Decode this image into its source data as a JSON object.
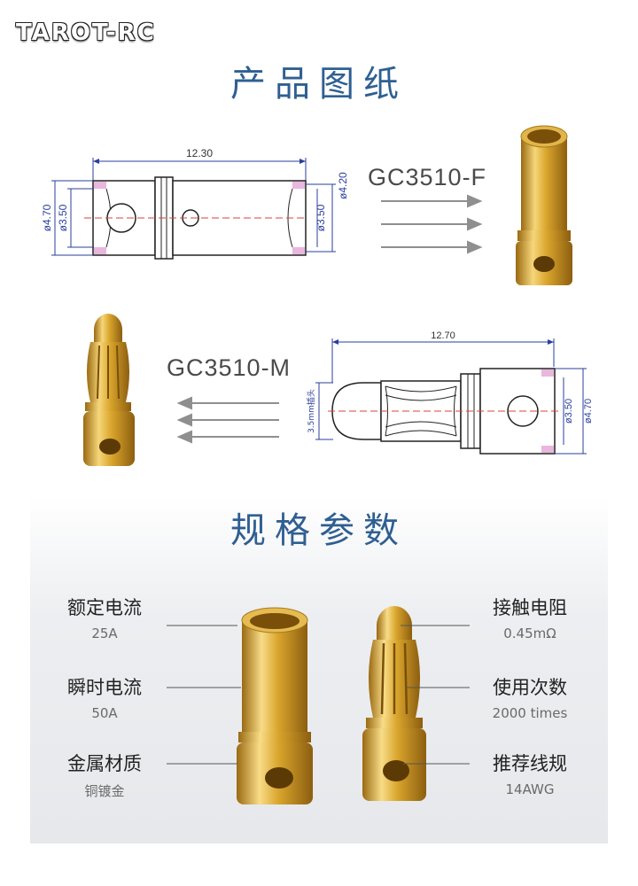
{
  "brand": {
    "logo_text": "TAROT-RC"
  },
  "drawing_section": {
    "title": "产品图纸"
  },
  "female": {
    "model": "GC3510-F",
    "dims": {
      "length": "12.30",
      "outer_left": "ø4.70",
      "inner_left": "ø3.50",
      "inner_right": "ø3.50",
      "outer_right": "ø4.20"
    }
  },
  "male": {
    "model": "GC3510-M",
    "dims": {
      "length": "12.70",
      "plug": "3.5mm插头",
      "inner": "ø3.50",
      "outer": "ø4.70"
    }
  },
  "spec_section": {
    "title": "规格参数",
    "left": [
      {
        "label": "额定电流",
        "value": "25A"
      },
      {
        "label": "瞬时电流",
        "value": "50A"
      },
      {
        "label": "金属材质",
        "value": "铜镀金"
      }
    ],
    "right": [
      {
        "label": "接触电阻",
        "value": "0.45mΩ"
      },
      {
        "label": "使用次数",
        "value": "2000 times"
      },
      {
        "label": "推荐线规",
        "value": "14AWG"
      }
    ]
  },
  "colors": {
    "title_blue": "#2f5f92",
    "dim_blue": "#2a3f9e",
    "gold": "#d9a52c",
    "pink": "#e9b6de",
    "center_red": "#d94040"
  }
}
